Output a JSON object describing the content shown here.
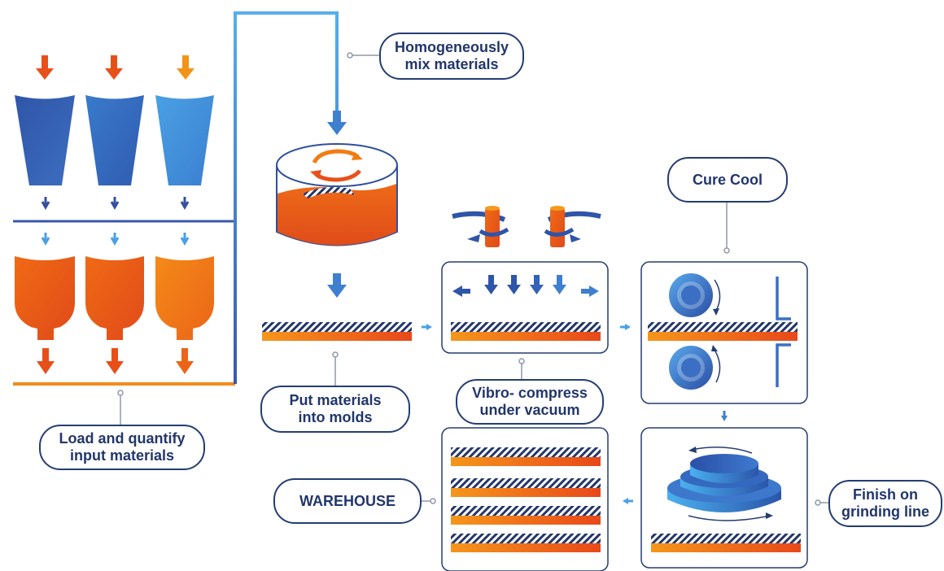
{
  "steps": {
    "load": "Load and quantify\ninput materials",
    "mix": "Homogeneously\nmix materials",
    "mold": "Put materials\ninto molds",
    "vibro": "Vibro- compress\nunder vacuum",
    "cure": "Cure Cool",
    "finish": "Finish on\ngrinding line",
    "warehouse": "WAREHOUSE"
  },
  "colors": {
    "navy": "#253d72",
    "blue_dark": "#2f55a8",
    "blue_mid": "#3f7fd0",
    "blue_light": "#55a8e8",
    "orange_red": "#e8501a",
    "orange": "#f07d14",
    "orange_light": "#f59a1a",
    "connector": "#8f98a8"
  }
}
